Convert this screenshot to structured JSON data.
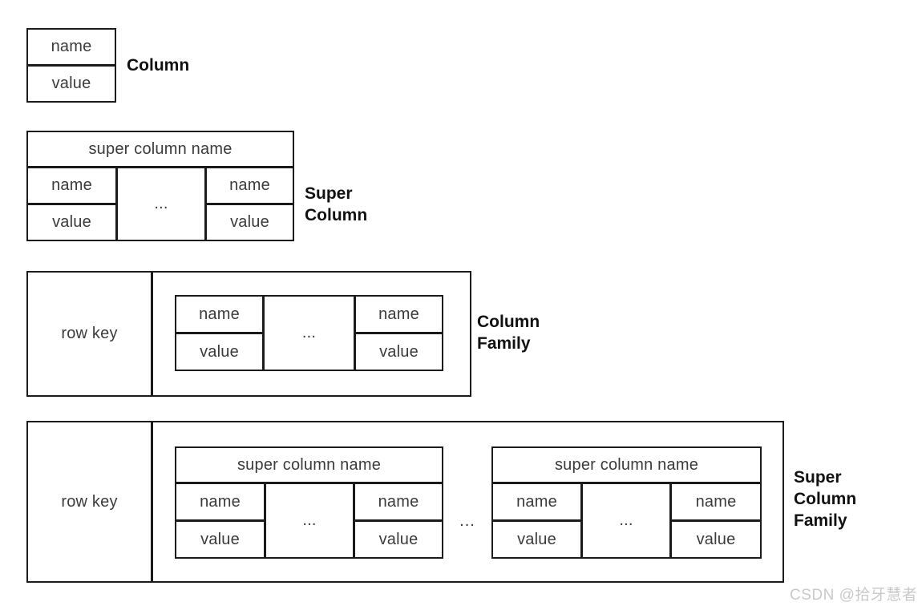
{
  "meta": {
    "diagram_title": "Cassandra data model structures",
    "background_color": "#ffffff",
    "stroke_color": "#1b1b1b",
    "cell_text_color": "#3b3b3b",
    "label_text_color": "#111111",
    "watermark_color": "#c9c9c9"
  },
  "labels": {
    "column": "Column",
    "super_column": "Super\nColumn",
    "column_family": "Column\nFamily",
    "super_column_family": "Super\nColumn\nFamily"
  },
  "terms": {
    "name": "name",
    "value": "value",
    "row_key": "row key",
    "super_column_name": "super column name",
    "ellipsis": "..."
  },
  "sections": [
    {
      "id": "column",
      "label": "Column",
      "cells": [
        {
          "role": "name",
          "text": "name"
        },
        {
          "role": "value",
          "text": "value"
        }
      ]
    },
    {
      "id": "super-column",
      "label": "Super\nColumn",
      "header": "super column name",
      "columns": [
        {
          "name": "name",
          "value": "value"
        },
        {
          "name": "...",
          "value": ""
        },
        {
          "name": "name",
          "value": "value"
        }
      ]
    },
    {
      "id": "column-family",
      "label": "Column\nFamily",
      "row_key": "row key",
      "columns": [
        {
          "name": "name",
          "value": "value"
        },
        {
          "name": "...",
          "value": ""
        },
        {
          "name": "name",
          "value": "value"
        }
      ]
    },
    {
      "id": "super-column-family",
      "label": "Super\nColumn\nFamily",
      "row_key": "row key",
      "separator": "...",
      "super_columns": [
        {
          "header": "super column name",
          "columns": [
            {
              "name": "name",
              "value": "value"
            },
            {
              "name": "...",
              "value": ""
            },
            {
              "name": "name",
              "value": "value"
            }
          ]
        },
        {
          "header": "super column name",
          "columns": [
            {
              "name": "name",
              "value": "value"
            },
            {
              "name": "...",
              "value": ""
            },
            {
              "name": "name",
              "value": "value"
            }
          ]
        }
      ]
    }
  ],
  "watermark": {
    "text": "CSDN @拾牙慧者"
  }
}
